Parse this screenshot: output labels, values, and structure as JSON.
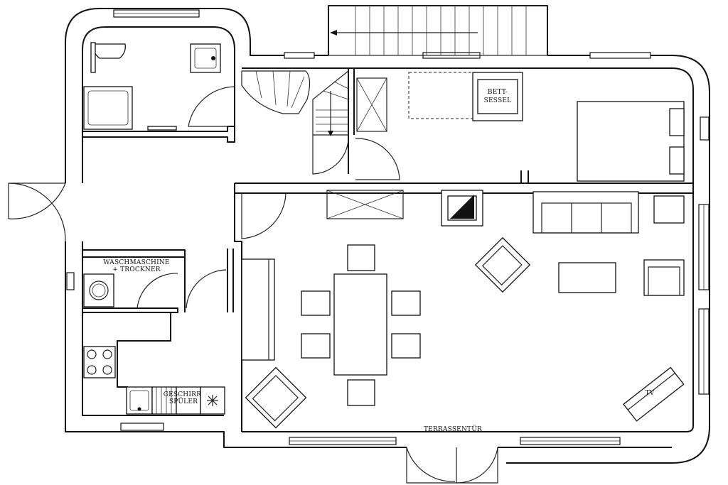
{
  "labels": {
    "bed_armchair_line1": "BETT-",
    "bed_armchair_line2": "SESSEL",
    "washer_line1": "WASCHMASCHINE",
    "washer_line2": "+ TROCKNER",
    "dishwasher_line1": "GESCHIRR-",
    "dishwasher_line2": "SPÜLER",
    "tv": "TV",
    "terrace_door": "TERRASSENTÜR"
  }
}
